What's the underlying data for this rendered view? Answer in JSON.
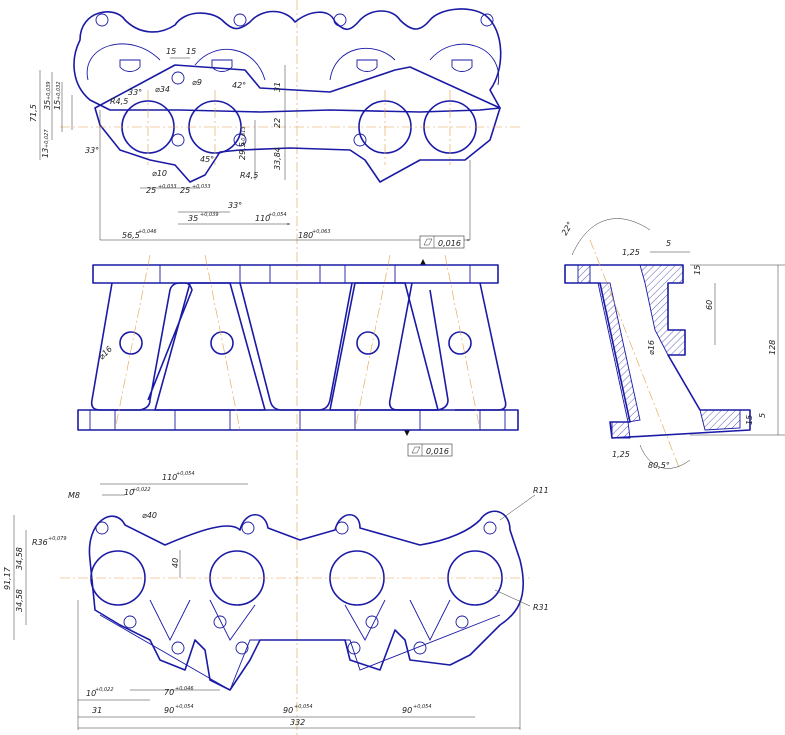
{
  "dimensions": {
    "d15a": "15",
    "d15b": "15",
    "dia9": "⌀9",
    "a42": "42°",
    "r45a": "R4,5",
    "dia34": "⌀34",
    "a33a": "33°",
    "h715": "71,5",
    "d35v": "35",
    "d35v_tol": "+0,039",
    "d15v": "15",
    "d15v_tol": "+0,032",
    "d13v": "13",
    "d13v_tol": "+0,027",
    "a33b": "33°",
    "dia10": "⌀10",
    "d25a": "25",
    "d25a_tol": "+0,033",
    "d25b": "25",
    "d25b_tol": "+0,033",
    "a45": "45°",
    "d295": "29,5",
    "d295_tol": "+0,013",
    "r45b": "R4,5",
    "d3384": "33,84",
    "d31": "31",
    "d22": "22",
    "d35h": "35",
    "d35h_tol": "+0,039",
    "a33c": "33°",
    "d110a": "110",
    "d110a_tol": "+0,054",
    "d565": "56,5",
    "d565_tol": "+0,046",
    "d180": "180",
    "d180_tol": "+0,063",
    "flat1": "0,016",
    "flat2": "0,016",
    "dia16a": "⌀16",
    "s22": "22°",
    "s125a": "1,25",
    "s5": "5",
    "s15a": "15",
    "s60": "60",
    "s128": "128",
    "s16": "⌀16",
    "s15b": "15",
    "s5b": "5",
    "s125b": "1,25",
    "s805": "80,5°",
    "b110": "110",
    "b110_tol": "+0,054",
    "m8": "M8",
    "b10": "10",
    "b10_tol": "+0,022",
    "dia40": "⌀40",
    "r36": "R36",
    "r36_tol": "+0,079",
    "r11": "R11",
    "b3458a": "34,58",
    "b3458b": "34,58",
    "b9117": "91,17",
    "b40": "40",
    "r31": "R31",
    "b10b": "10",
    "b10b_tol": "+0,022",
    "b70": "70",
    "b70_tol": "+0,046",
    "b31": "31",
    "b90a": "90",
    "b90a_tol": "+0,054",
    "b90b": "90",
    "b90b_tol": "+0,054",
    "b90c": "90",
    "b90c_tol": "+0,054",
    "b332": "332"
  }
}
